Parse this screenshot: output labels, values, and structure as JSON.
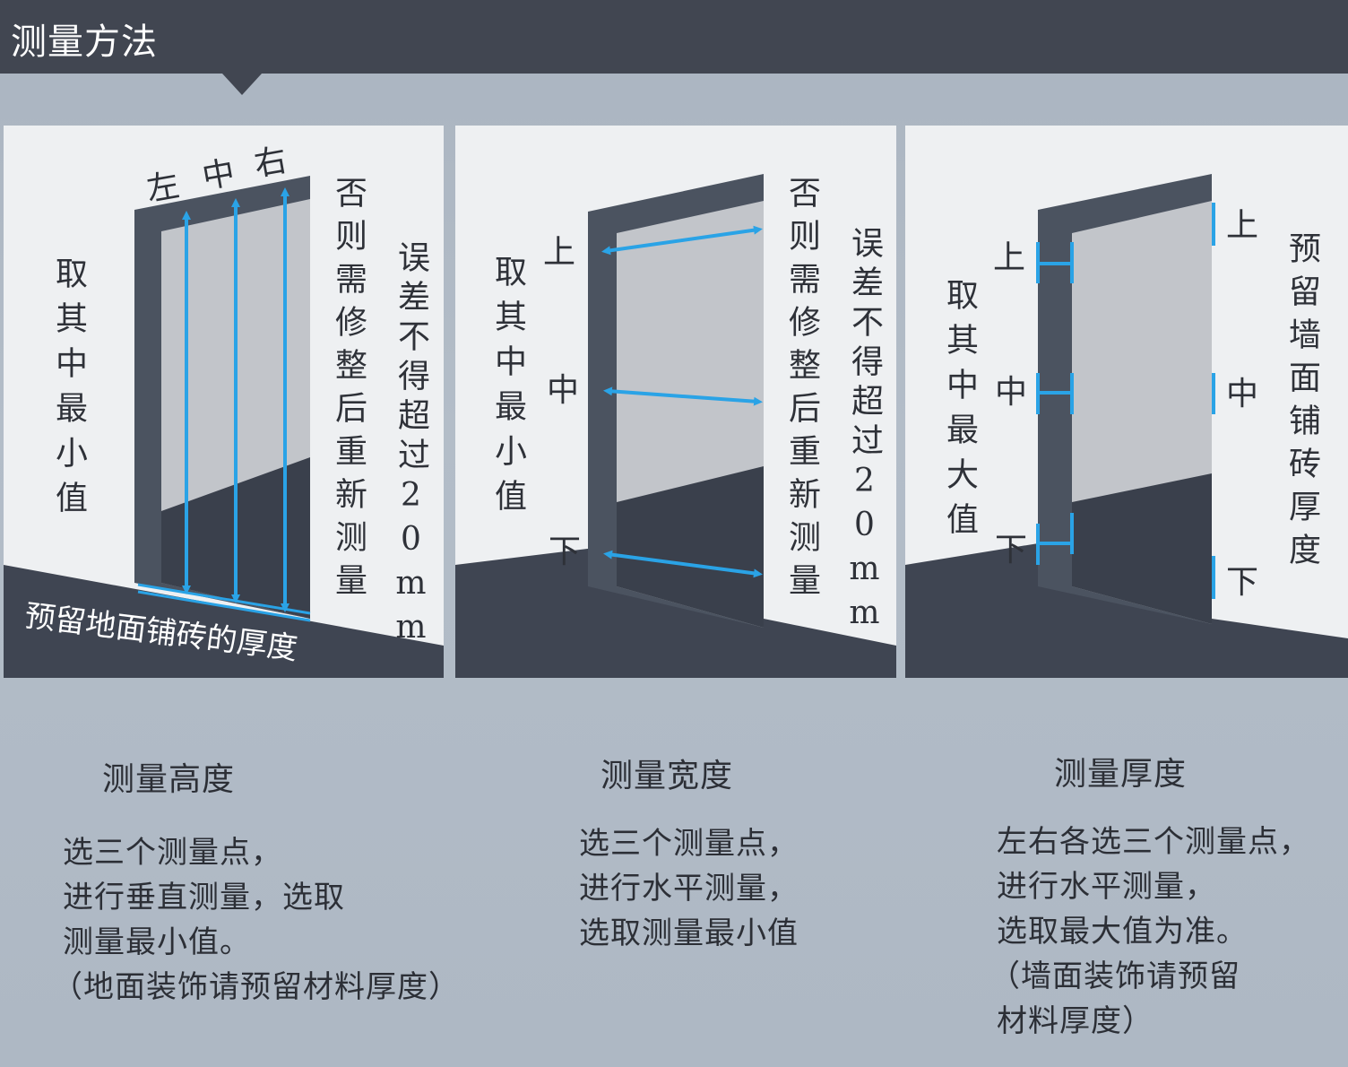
{
  "header": {
    "title": "测量方法"
  },
  "panels": {
    "height": {
      "top_labels": [
        "左",
        "中",
        "右"
      ],
      "left_note": "取其中最小值",
      "right_note1": "否则需修整后重新测量",
      "right_note2": "误差不得超过20mm",
      "floor_note": "预留地面铺砖的厚度"
    },
    "width": {
      "left_note": "取其中最小值",
      "markers": [
        "上",
        "中",
        "下"
      ],
      "right_note1": "否则需修整后重新测量",
      "right_note2": "误差不得超过20mm"
    },
    "thickness": {
      "left_note": "取其中最大值",
      "markers": [
        "上",
        "中",
        "下"
      ],
      "right_markers": [
        "上",
        "中",
        "下"
      ],
      "right_note": "预留墙面铺砖厚度"
    }
  },
  "captions": [
    {
      "title": "测量高度",
      "lines": [
        "选三个测量点，",
        "进行垂直测量，选取",
        "测量最小值。",
        "（地面装饰请预留材料厚度）"
      ]
    },
    {
      "title": "测量宽度",
      "lines": [
        "选三个测量点，",
        "进行水平测量，",
        "选取测量最小值"
      ]
    },
    {
      "title": "测量厚度",
      "lines": [
        "左右各选三个测量点，",
        "进行水平测量，",
        "选取最大值为准。",
        "（墙面装饰请预留",
        "材料厚度）"
      ]
    }
  ],
  "colors": {
    "arrow": "#2aa3e6",
    "frame": "#4b5360",
    "floor": "#3f4552",
    "panel": "#eef0f2",
    "header": "#414651"
  }
}
